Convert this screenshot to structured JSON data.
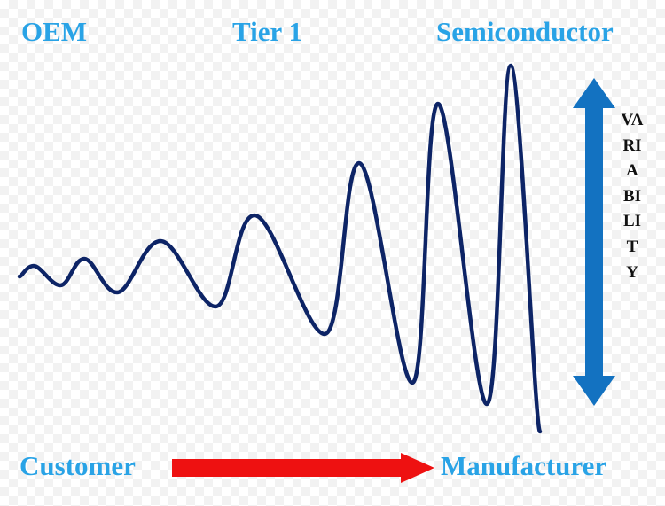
{
  "labels": {
    "top_left": "OEM",
    "top_middle": "Tier 1",
    "top_right": "Semiconductor",
    "bottom_left": "Customer",
    "bottom_right": "Manufacturer",
    "vertical": "VARIABILITY"
  },
  "colors": {
    "label_text": "#29a3e6",
    "wave": "#0d2466",
    "variability_arrow": "#1372c1",
    "flow_arrow": "#ee1111",
    "vertical_text": "#111111"
  },
  "icons": {
    "flow_arrow": "right-arrow-icon",
    "variability_arrow": "double-headed-vertical-arrow-icon"
  }
}
